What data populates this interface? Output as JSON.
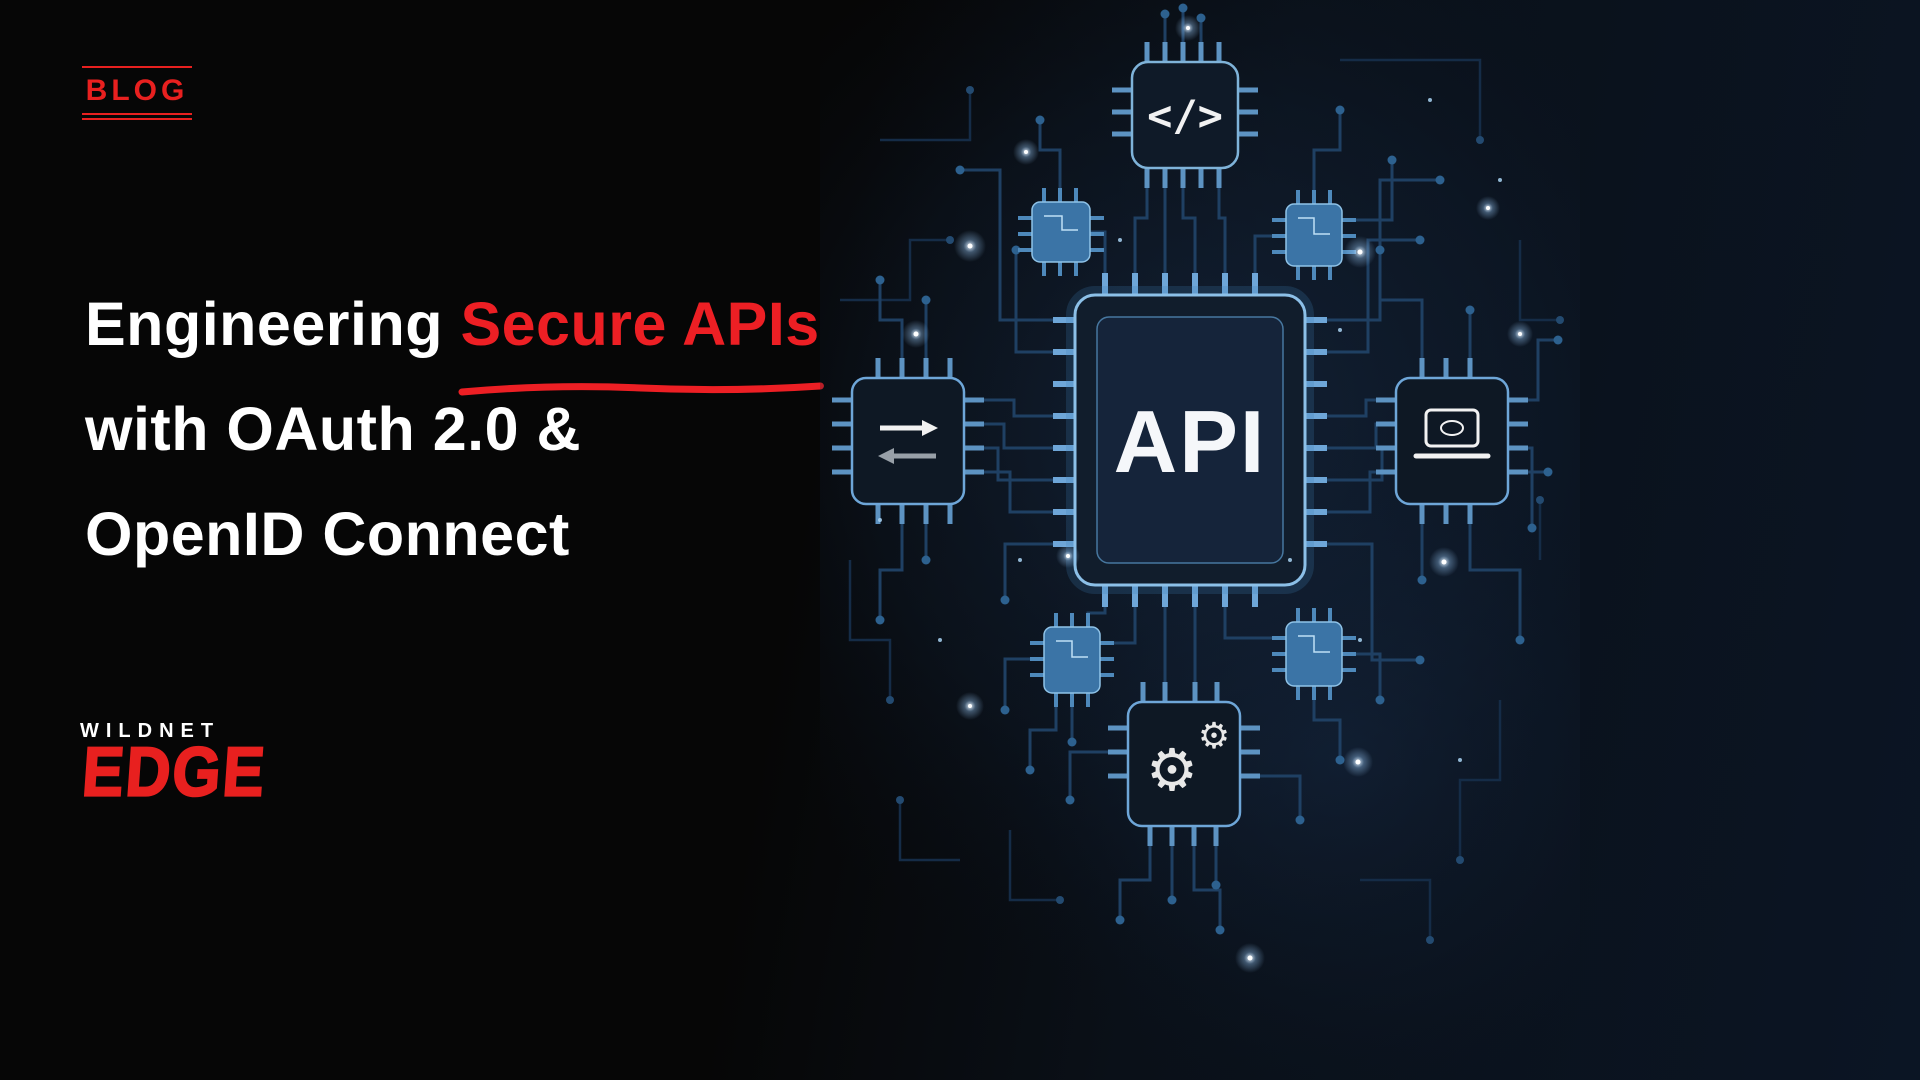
{
  "badge": {
    "label": "BLOG"
  },
  "headline": {
    "line1_prefix": "Engineering ",
    "line1_highlight": "Secure APIs",
    "line2": "with OAuth 2.0 &",
    "line3": "OpenID Connect"
  },
  "logo": {
    "top": "WILDNET",
    "main": "EDGE"
  },
  "illustration": {
    "chip_label": "API",
    "code_glyph": "</>",
    "gear_glyph": "⚙"
  },
  "colors": {
    "accent_red": "#e8201f",
    "highlight_red": "#ed1f24",
    "circuit_border_blue": "#8cc0e8",
    "circuit_trace_blue": "#1f4063",
    "teal_chip_blue": "#3b74a6",
    "background": "#060606"
  }
}
